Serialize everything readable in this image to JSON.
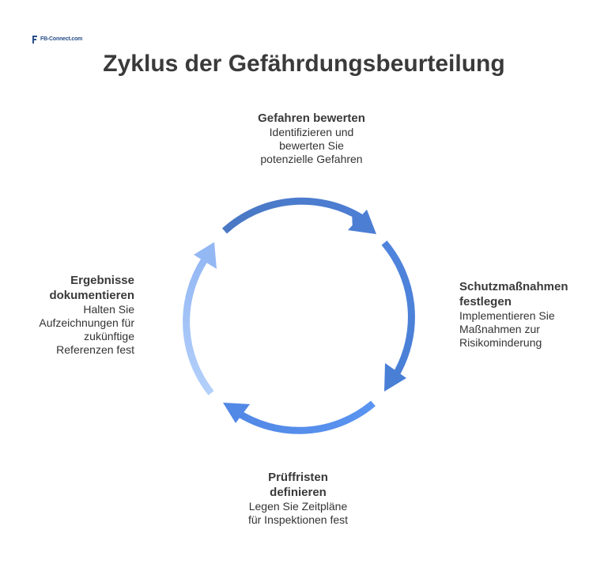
{
  "logo": {
    "name": "Brand logo",
    "text": "FB-Connect.com"
  },
  "title": "Zyklus der Gefährdungsbeurteilung",
  "steps": [
    {
      "heading": "Gefahren bewerten",
      "text": [
        "Identifizieren und",
        "bewerten Sie",
        "potenzielle Gefahren"
      ]
    },
    {
      "heading": [
        "Schutzmaßnahmen",
        "festlegen"
      ],
      "text": [
        "Implementieren Sie",
        "Maßnahmen zur",
        "Risikominderung"
      ]
    },
    {
      "heading": [
        "Prüffristen",
        "definieren"
      ],
      "text": [
        "Legen Sie Zeitpläne",
        "für Inspektionen fest"
      ]
    },
    {
      "heading": [
        "Ergebnisse",
        "dokumentieren"
      ],
      "text": [
        "Halten Sie",
        "Aufzeichnungen für",
        "zukünftige",
        "Referenzen fest"
      ]
    }
  ],
  "colors": {
    "arrow_top": "#4a78c4",
    "arrow_right": "#4f84dc",
    "arrow_bottom": "#5890ec",
    "arrow_left": "#a8c8f8"
  }
}
